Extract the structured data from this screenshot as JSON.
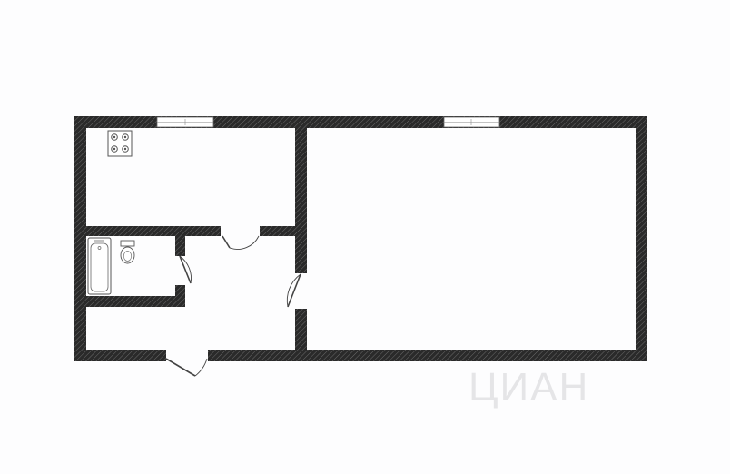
{
  "plan": {
    "background_color": "#fdfdfe",
    "wall_color": "#2a2a2a",
    "wall_hatch_color": "#5a5a5a",
    "window_color": "#ffffff",
    "fixture_stroke": "#555555",
    "watermark_color": "#c8c8cd"
  },
  "watermark": {
    "brand_text": "ЦИАН"
  },
  "rooms": [
    {
      "name": "kitchen",
      "icon": "stove-icon"
    },
    {
      "name": "bathroom",
      "icon": "bathtub-icon"
    },
    {
      "name": "toilet",
      "icon": "toilet-icon"
    },
    {
      "name": "hallway"
    },
    {
      "name": "living-room"
    }
  ]
}
